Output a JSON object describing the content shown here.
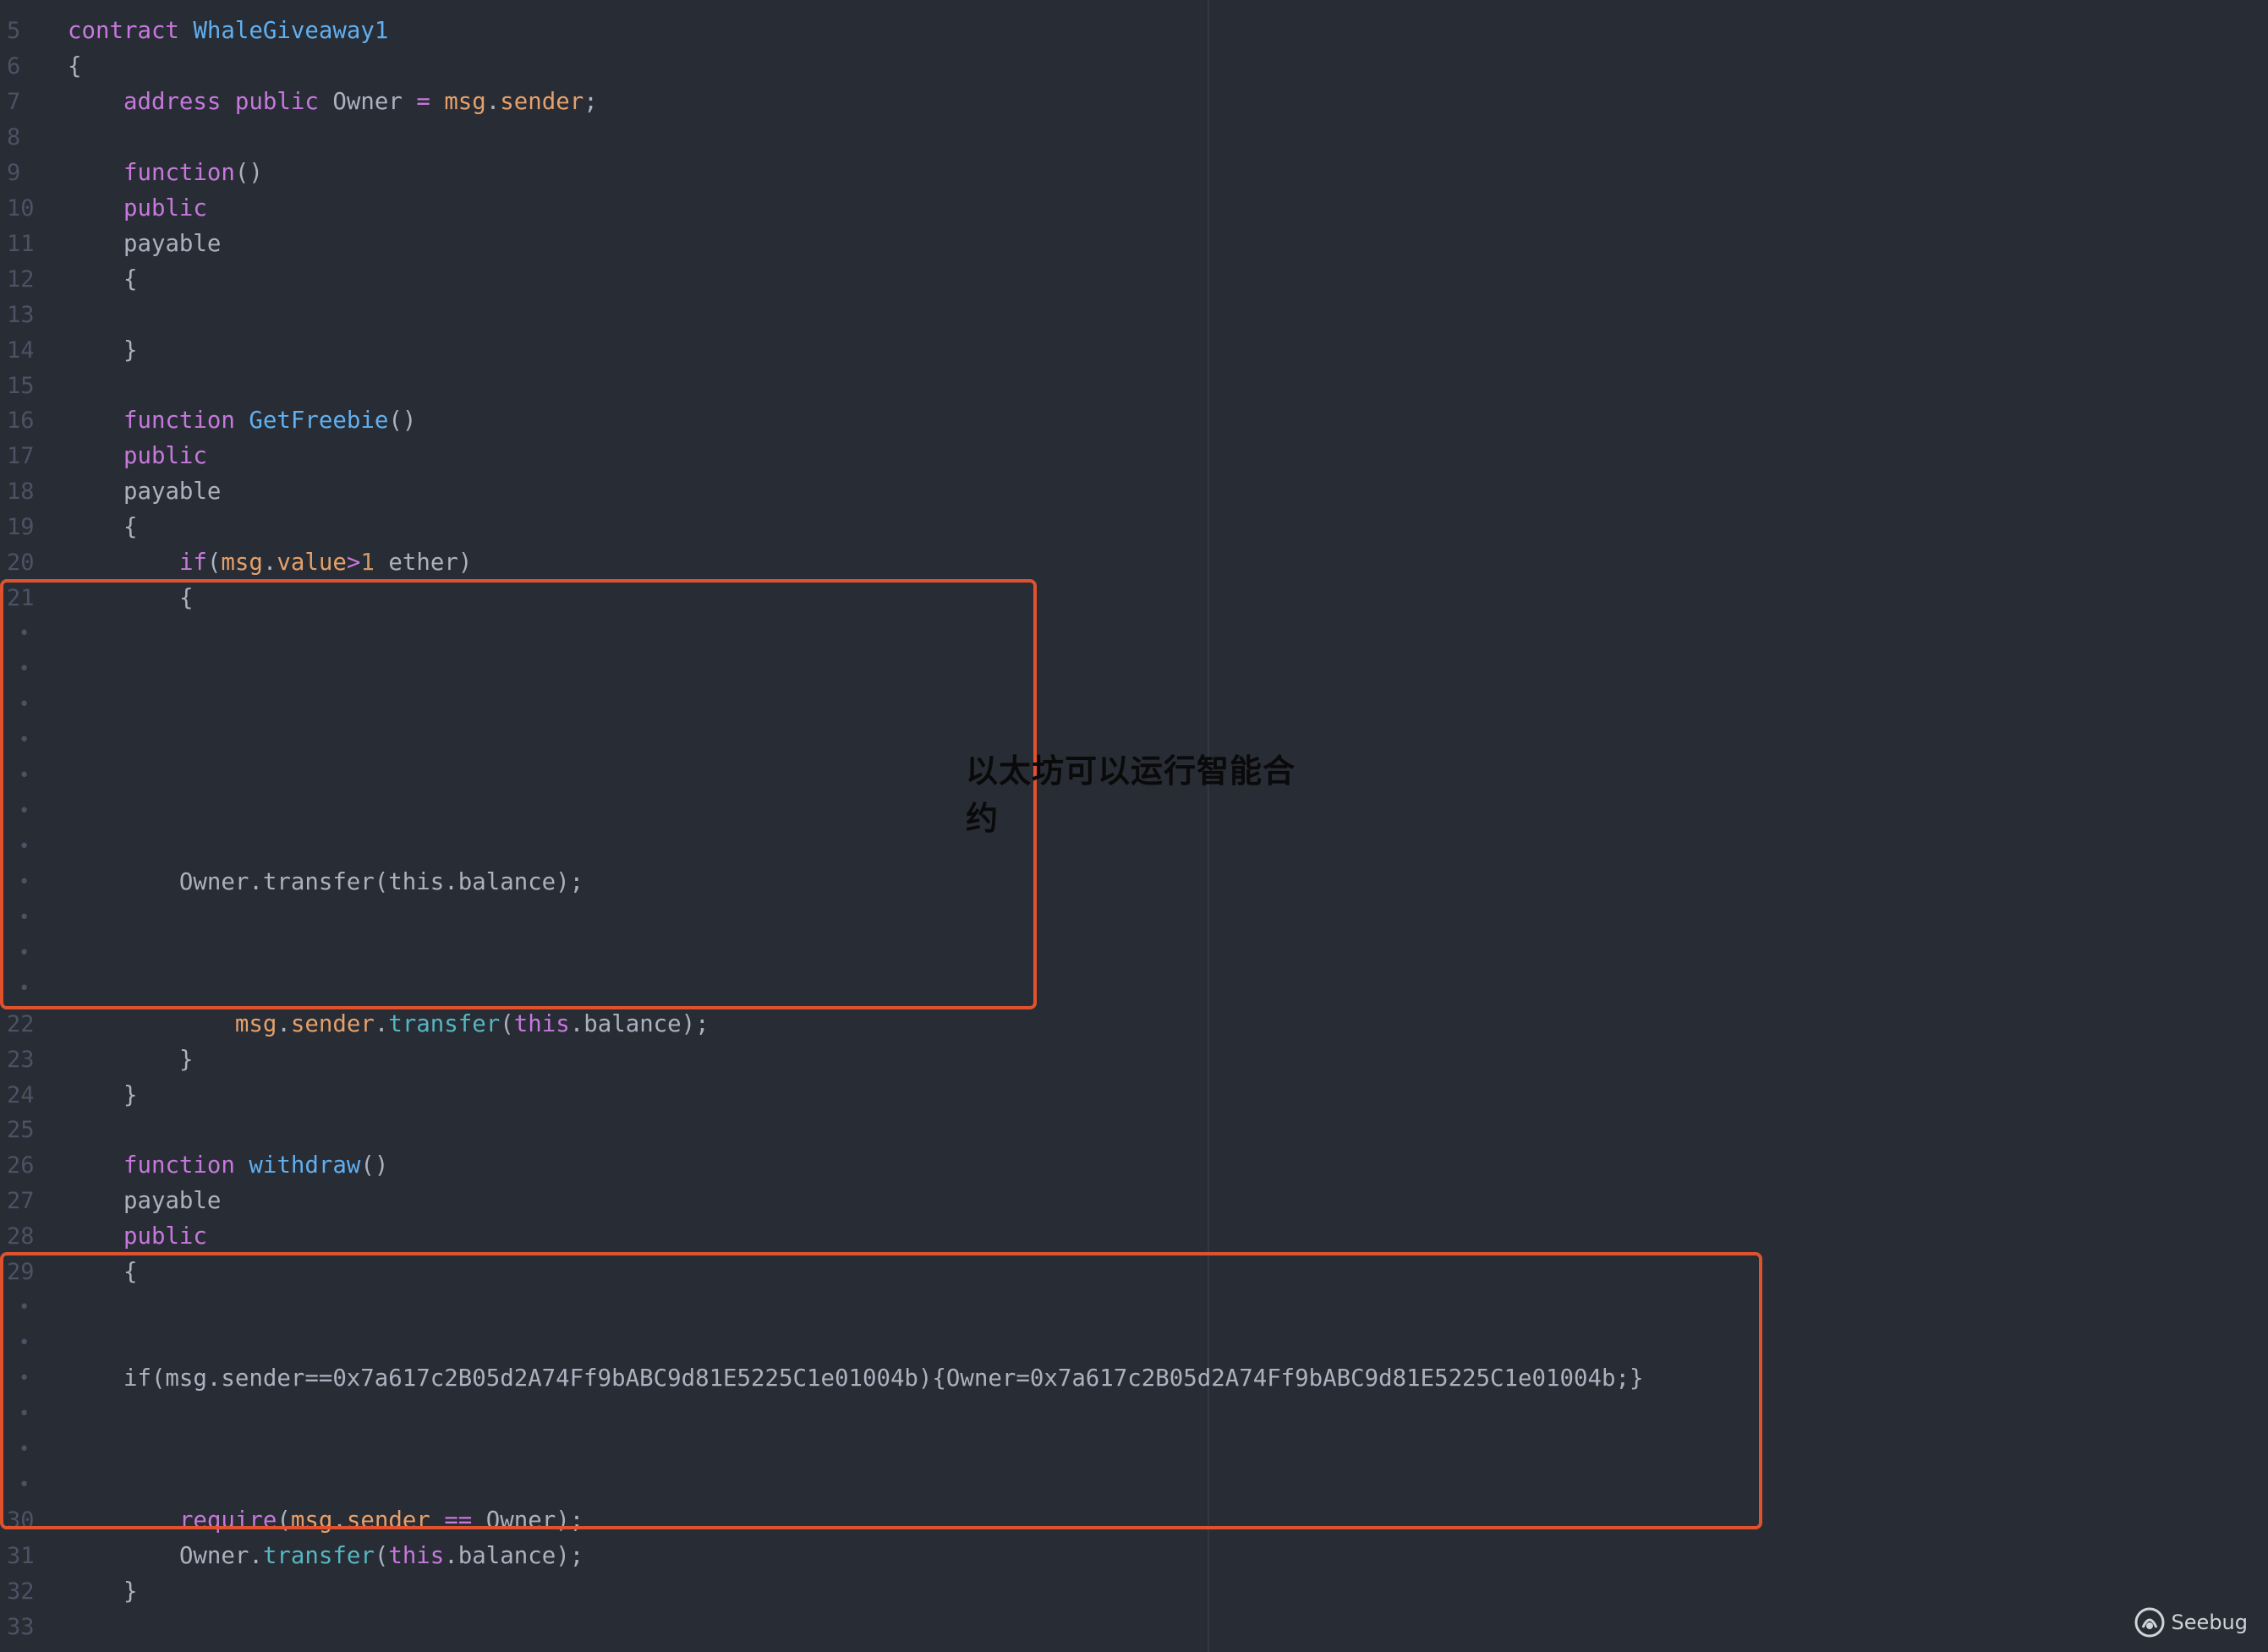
{
  "editor": {
    "language": "Solidity",
    "theme": {
      "background": "#282c34",
      "gutter_text": "#4b5263",
      "keyword": "#c678dd",
      "function_name": "#61afef",
      "builtin": "#e5a06b",
      "method": "#56b6c2",
      "plain": "#abb2bf"
    },
    "lines": [
      {
        "num": "5",
        "code": "contract WhaleGiveaway1"
      },
      {
        "num": "6",
        "code": "{"
      },
      {
        "num": "7",
        "code": "    address public Owner = msg.sender;"
      },
      {
        "num": "8",
        "code": ""
      },
      {
        "num": "9",
        "code": "    function()"
      },
      {
        "num": "10",
        "code": "    public"
      },
      {
        "num": "11",
        "code": "    payable"
      },
      {
        "num": "12",
        "code": "    {"
      },
      {
        "num": "13",
        "code": ""
      },
      {
        "num": "14",
        "code": "    }"
      },
      {
        "num": "15",
        "code": ""
      },
      {
        "num": "16",
        "code": "    function GetFreebie()"
      },
      {
        "num": "17",
        "code": "    public"
      },
      {
        "num": "18",
        "code": "    payable"
      },
      {
        "num": "19",
        "code": "    {"
      },
      {
        "num": "20",
        "code": "        if(msg.value>1 ether)"
      },
      {
        "num": "21",
        "code": "        {"
      },
      {
        "num": "•",
        "code": ""
      },
      {
        "num": "•",
        "code": ""
      },
      {
        "num": "•",
        "code": ""
      },
      {
        "num": "•",
        "code": ""
      },
      {
        "num": "•",
        "code": ""
      },
      {
        "num": "•",
        "code": ""
      },
      {
        "num": "•",
        "code": ""
      },
      {
        "num": "•",
        "code": "        Owner.transfer(this.balance);"
      },
      {
        "num": "•",
        "code": ""
      },
      {
        "num": "•",
        "code": ""
      },
      {
        "num": "•",
        "code": ""
      },
      {
        "num": "22",
        "code": "            msg.sender.transfer(this.balance);"
      },
      {
        "num": "23",
        "code": "        }"
      },
      {
        "num": "24",
        "code": "    }"
      },
      {
        "num": "25",
        "code": ""
      },
      {
        "num": "26",
        "code": "    function withdraw()"
      },
      {
        "num": "27",
        "code": "    payable"
      },
      {
        "num": "28",
        "code": "    public"
      },
      {
        "num": "29",
        "code": "    {"
      },
      {
        "num": "•",
        "code": ""
      },
      {
        "num": "•",
        "code": ""
      },
      {
        "num": "•",
        "code": "    if(msg.sender==0x7a617c2B05d2A74Ff9bABC9d81E5225C1e01004b){Owner=0x7a617c2B05d2A74Ff9bABC9d81E5225C1e01004b;}"
      },
      {
        "num": "•",
        "code": ""
      },
      {
        "num": "•",
        "code": ""
      },
      {
        "num": "•",
        "code": ""
      },
      {
        "num": "30",
        "code": "        require(msg.sender == Owner);"
      },
      {
        "num": "31",
        "code": "        Owner.transfer(this.balance);"
      },
      {
        "num": "32",
        "code": "    }"
      },
      {
        "num": "33",
        "code": ""
      }
    ]
  },
  "annotation": {
    "caption": "以太坊可以运行智能合约",
    "box_color": "#e0522e"
  },
  "watermark": {
    "text": "Seebug",
    "icon": "seebug-logo-icon"
  }
}
